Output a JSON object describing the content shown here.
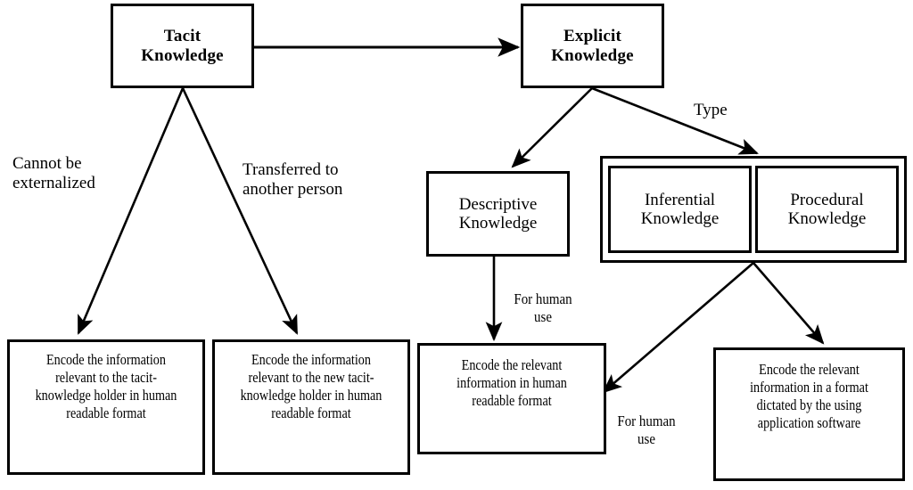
{
  "diagram": {
    "title": "Tacit and Explicit Knowledge Encoding Flowchart",
    "background_color": "#ffffff",
    "line_color": "#000000",
    "text_color": "#000000",
    "nodes": {
      "tacit": "Tacit\nKnowledge",
      "explicit": "Explicit\nKnowledge",
      "descriptive": "Descriptive\nKnowledge",
      "inferential": "Inferential\nKnowledge",
      "procedural": "Procedural\nKnowledge",
      "encode_tacit_holder": "Encode the information relevant to the tacit-knowledge holder in human readable format",
      "encode_new_tacit_holder": "Encode the information relevant to the new tacit-knowledge holder in human readable format",
      "encode_human_readable": "Encode the relevant information in human readable format",
      "encode_application_format": "Encode the relevant information in a format dictated by the using application software"
    },
    "edge_labels": {
      "cannot_be_externalized": "Cannot be\nexternalized",
      "transferred_to_another_person": "Transferred to\nanother person",
      "type": "Type",
      "for_human_use_left": "For human\nuse",
      "for_human_use_right": "For human\nuse"
    }
  }
}
